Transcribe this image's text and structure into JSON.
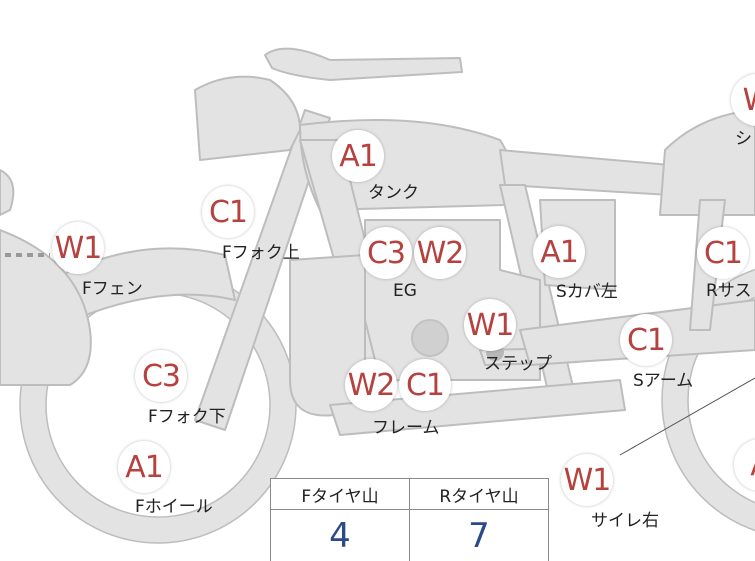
{
  "colors": {
    "body_fill": "#e3e3e3",
    "body_stroke": "#bdbdbd",
    "grade_text": "#b5423f",
    "tire_value": "#2b4a8a"
  },
  "grades": [
    {
      "id": "tank",
      "code": "A1",
      "label": "タンク"
    },
    {
      "id": "ffork-upper",
      "code": "C1",
      "label": "Fフォク上"
    },
    {
      "id": "ffender",
      "code": "W1",
      "label": "Fフェン"
    },
    {
      "id": "ffork-lower",
      "code": "C3",
      "label": "Fフォク下"
    },
    {
      "id": "fwheel",
      "code": "A1",
      "label": "Fホイール"
    },
    {
      "id": "eg",
      "code": "C3",
      "code2": "W2",
      "label": "EG"
    },
    {
      "id": "scover-left",
      "code": "A1",
      "label": "Sカバ左"
    },
    {
      "id": "step",
      "code": "W1",
      "label": "ステップ"
    },
    {
      "id": "frame",
      "code": "W2",
      "code2": "C1",
      "label": "フレーム"
    },
    {
      "id": "sarm",
      "code": "C1",
      "label": "Sアーム"
    },
    {
      "id": "silencer-right",
      "code": "W1",
      "label": "サイレ右"
    },
    {
      "id": "rsus",
      "code": "C1",
      "label": "Rサス"
    },
    {
      "id": "seat",
      "code": "W",
      "label": "シ"
    },
    {
      "id": "rwheel",
      "code": "A",
      "label": ""
    }
  ],
  "tire_table": {
    "headers": [
      "Fタイヤ山",
      "Rタイヤ山"
    ],
    "values": [
      "4",
      "7"
    ]
  }
}
